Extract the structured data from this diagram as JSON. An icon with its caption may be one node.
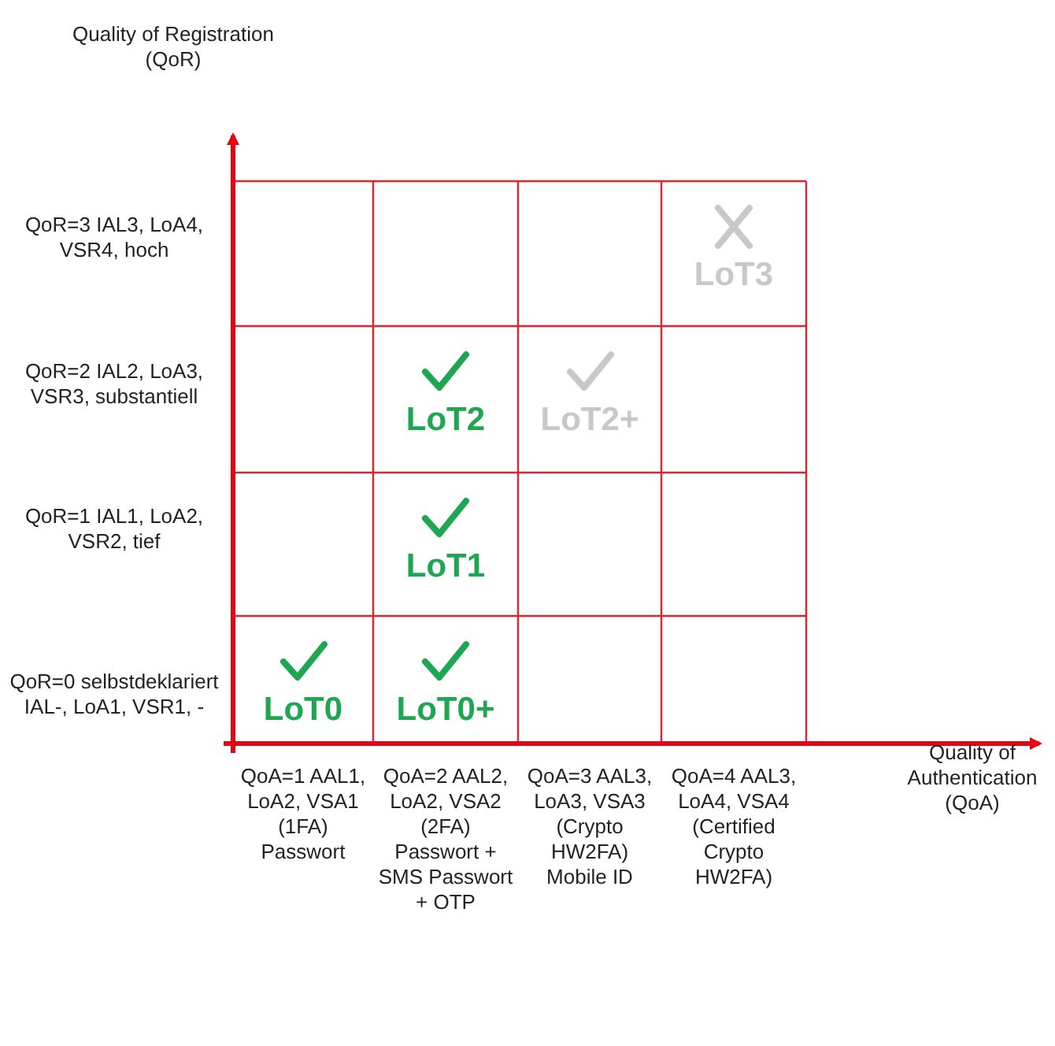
{
  "diagram": {
    "labels": [
      "Quality of Registration (QoR)",
      "QoR=3 IAL3, LoA4, VSR4, hoch",
      "LoT3",
      "QoR=2 IAL2, LoA3, VSR3, substantiell",
      "LoT2",
      "LoT2+",
      "QoR=1 IAL1, LoA2, VSR2, tief",
      "LoT1",
      "QoR=0 selbstdeklariert IAL-, LoA1, VSR1, -",
      "LoT0",
      "LoT0+",
      "Quality of Authentication (QoA)",
      "QoA=1 AAL1, LoA2, VSA1 (1FA) Passwort",
      "QoA=2 AAL2, LoA2, VSA2 (2FA) Passwort + SMS Passwort + OTP",
      "QoA=3 AAL3, LoA3, VSA3 (Crypto HW2FA) Mobile ID",
      "QoA=4 AAL3, LoA4, VSA4 (Certified Crypto HW2FA)"
    ]
  }
}
